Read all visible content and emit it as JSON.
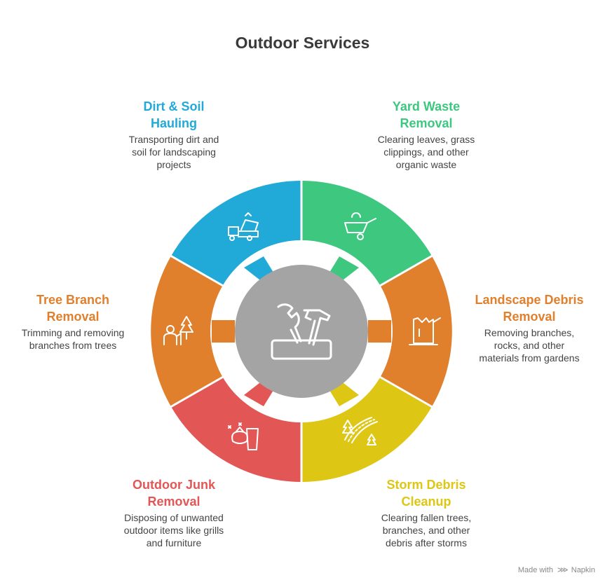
{
  "title": "Outdoor Services",
  "center": {
    "icon": "toolbox-icon",
    "color": "#a4a4a4"
  },
  "segments": [
    {
      "key": "dirt",
      "title_line1": "Dirt & Soil",
      "title_line2": "Hauling",
      "desc_line1": "Transporting dirt and",
      "desc_line2": "soil for landscaping",
      "desc_line3": "projects",
      "color": "#21aad8",
      "icon": "dump-truck-icon"
    },
    {
      "key": "yard",
      "title_line1": "Yard Waste",
      "title_line2": "Removal",
      "desc_line1": "Clearing leaves, grass",
      "desc_line2": "clippings, and other",
      "desc_line3": "organic waste",
      "color": "#3ec77f",
      "icon": "wheelbarrow-icon"
    },
    {
      "key": "landscape",
      "title_line1": "Landscape Debris",
      "title_line2": "Removal",
      "desc_line1": "Removing branches,",
      "desc_line2": "rocks, and other",
      "desc_line3": "materials from gardens",
      "color": "#e0802d",
      "icon": "tree-stump-icon"
    },
    {
      "key": "storm",
      "title_line1": "Storm Debris",
      "title_line2": "Cleanup",
      "desc_line1": "Clearing fallen trees,",
      "desc_line2": "branches, and other",
      "desc_line3": "debris after storms",
      "color": "#ddc614",
      "icon": "forest-road-icon"
    },
    {
      "key": "junk",
      "title_line1": "Outdoor Junk",
      "title_line2": "Removal",
      "desc_line1": "Disposing of unwanted",
      "desc_line2": "outdoor items like grills",
      "desc_line3": "and furniture",
      "color": "#e35656",
      "icon": "trash-bag-icon"
    },
    {
      "key": "tree",
      "title_line1": "Tree Branch",
      "title_line2": "Removal",
      "desc_line1": "Trimming and removing",
      "desc_line2": "branches from trees",
      "color": "#e0802d",
      "icon": "person-tree-icon"
    }
  ],
  "footer": {
    "made_with": "Made with",
    "brand": "Napkin"
  }
}
